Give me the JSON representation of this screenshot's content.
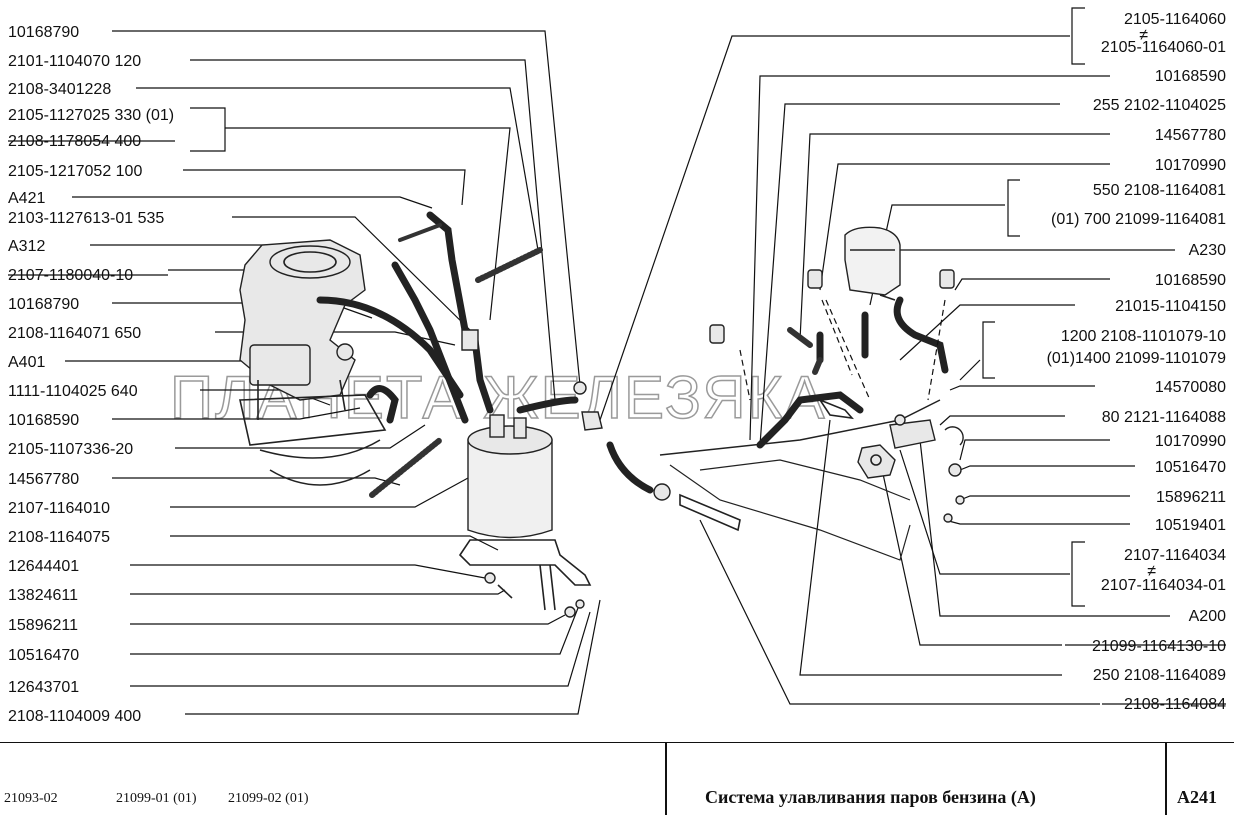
{
  "watermark": "ПЛАНЕТА ЖЕЛЕЗЯКА",
  "left_labels": [
    "10168790",
    "2101-1104070  120",
    "2108-3401228",
    "2105-1127025  330 (01)",
    "2108-1178054  400",
    "2105-1217052  100",
    "A421",
    "2103-1127613-01  535",
    "A312",
    "2107-1180040-10",
    "10168790",
    "2108-1164071  650",
    "A401",
    "1111-1104025  640",
    "10168590",
    "2105-1107336-20",
    "14567780",
    "2107-1164010",
    "2108-1164075",
    "12644401",
    "13824611",
    "15896211",
    "10516470",
    "12643701",
    "2108-1104009  400"
  ],
  "right_labels": [
    "2105-1164060",
    "≠",
    "2105-1164060-01",
    "10168590",
    "255  2102-1104025",
    "14567780",
    "10170990",
    "550    2108-1164081",
    "(01) 700  21099-1164081",
    "A230",
    "10168590",
    "21015-1104150",
    "1200  2108-1101079-10",
    "(01)1400    21099-1101079",
    "14570080",
    "80  2121-1164088",
    "10170990",
    "10516470",
    "15896211",
    "10519401",
    "2107-1164034",
    "≠",
    "2107-1164034-01",
    "A200",
    "21099-1164130-10",
    "250  2108-1164089",
    "2108-1164084"
  ],
  "footer": {
    "model1": "21093-02",
    "model2": "21099-01 (01)",
    "model3": "21099-02 (01)",
    "title": "Система улавливания паров бензина (A)",
    "code": "A241"
  }
}
